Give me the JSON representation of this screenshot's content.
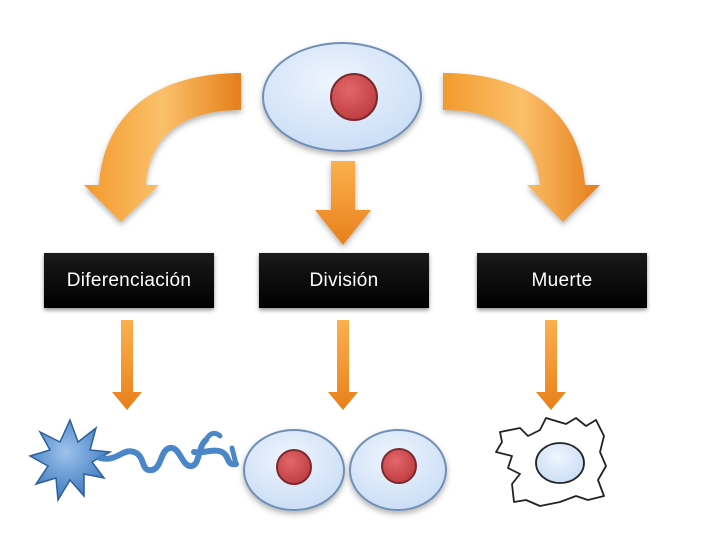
{
  "labels": {
    "differentiation": "Diferenciación",
    "division": "División",
    "death": "Muerte"
  },
  "colors": {
    "arrow_orange": "#f39a2a",
    "arrow_orange_light": "#fbc36b",
    "cell_fill": "#d6e6fa",
    "cell_stroke": "#6f8fb8",
    "nucleus_fill": "#cf4a4f",
    "nucleus_stroke": "#7a2a2e",
    "neuron_blue": "#4a86c8",
    "label_bg": "#000000",
    "label_text": "#ffffff"
  },
  "icons": [
    "cell-icon",
    "nucleus-icon",
    "neuron-icon",
    "dying-cell-icon",
    "arrow-icon"
  ]
}
